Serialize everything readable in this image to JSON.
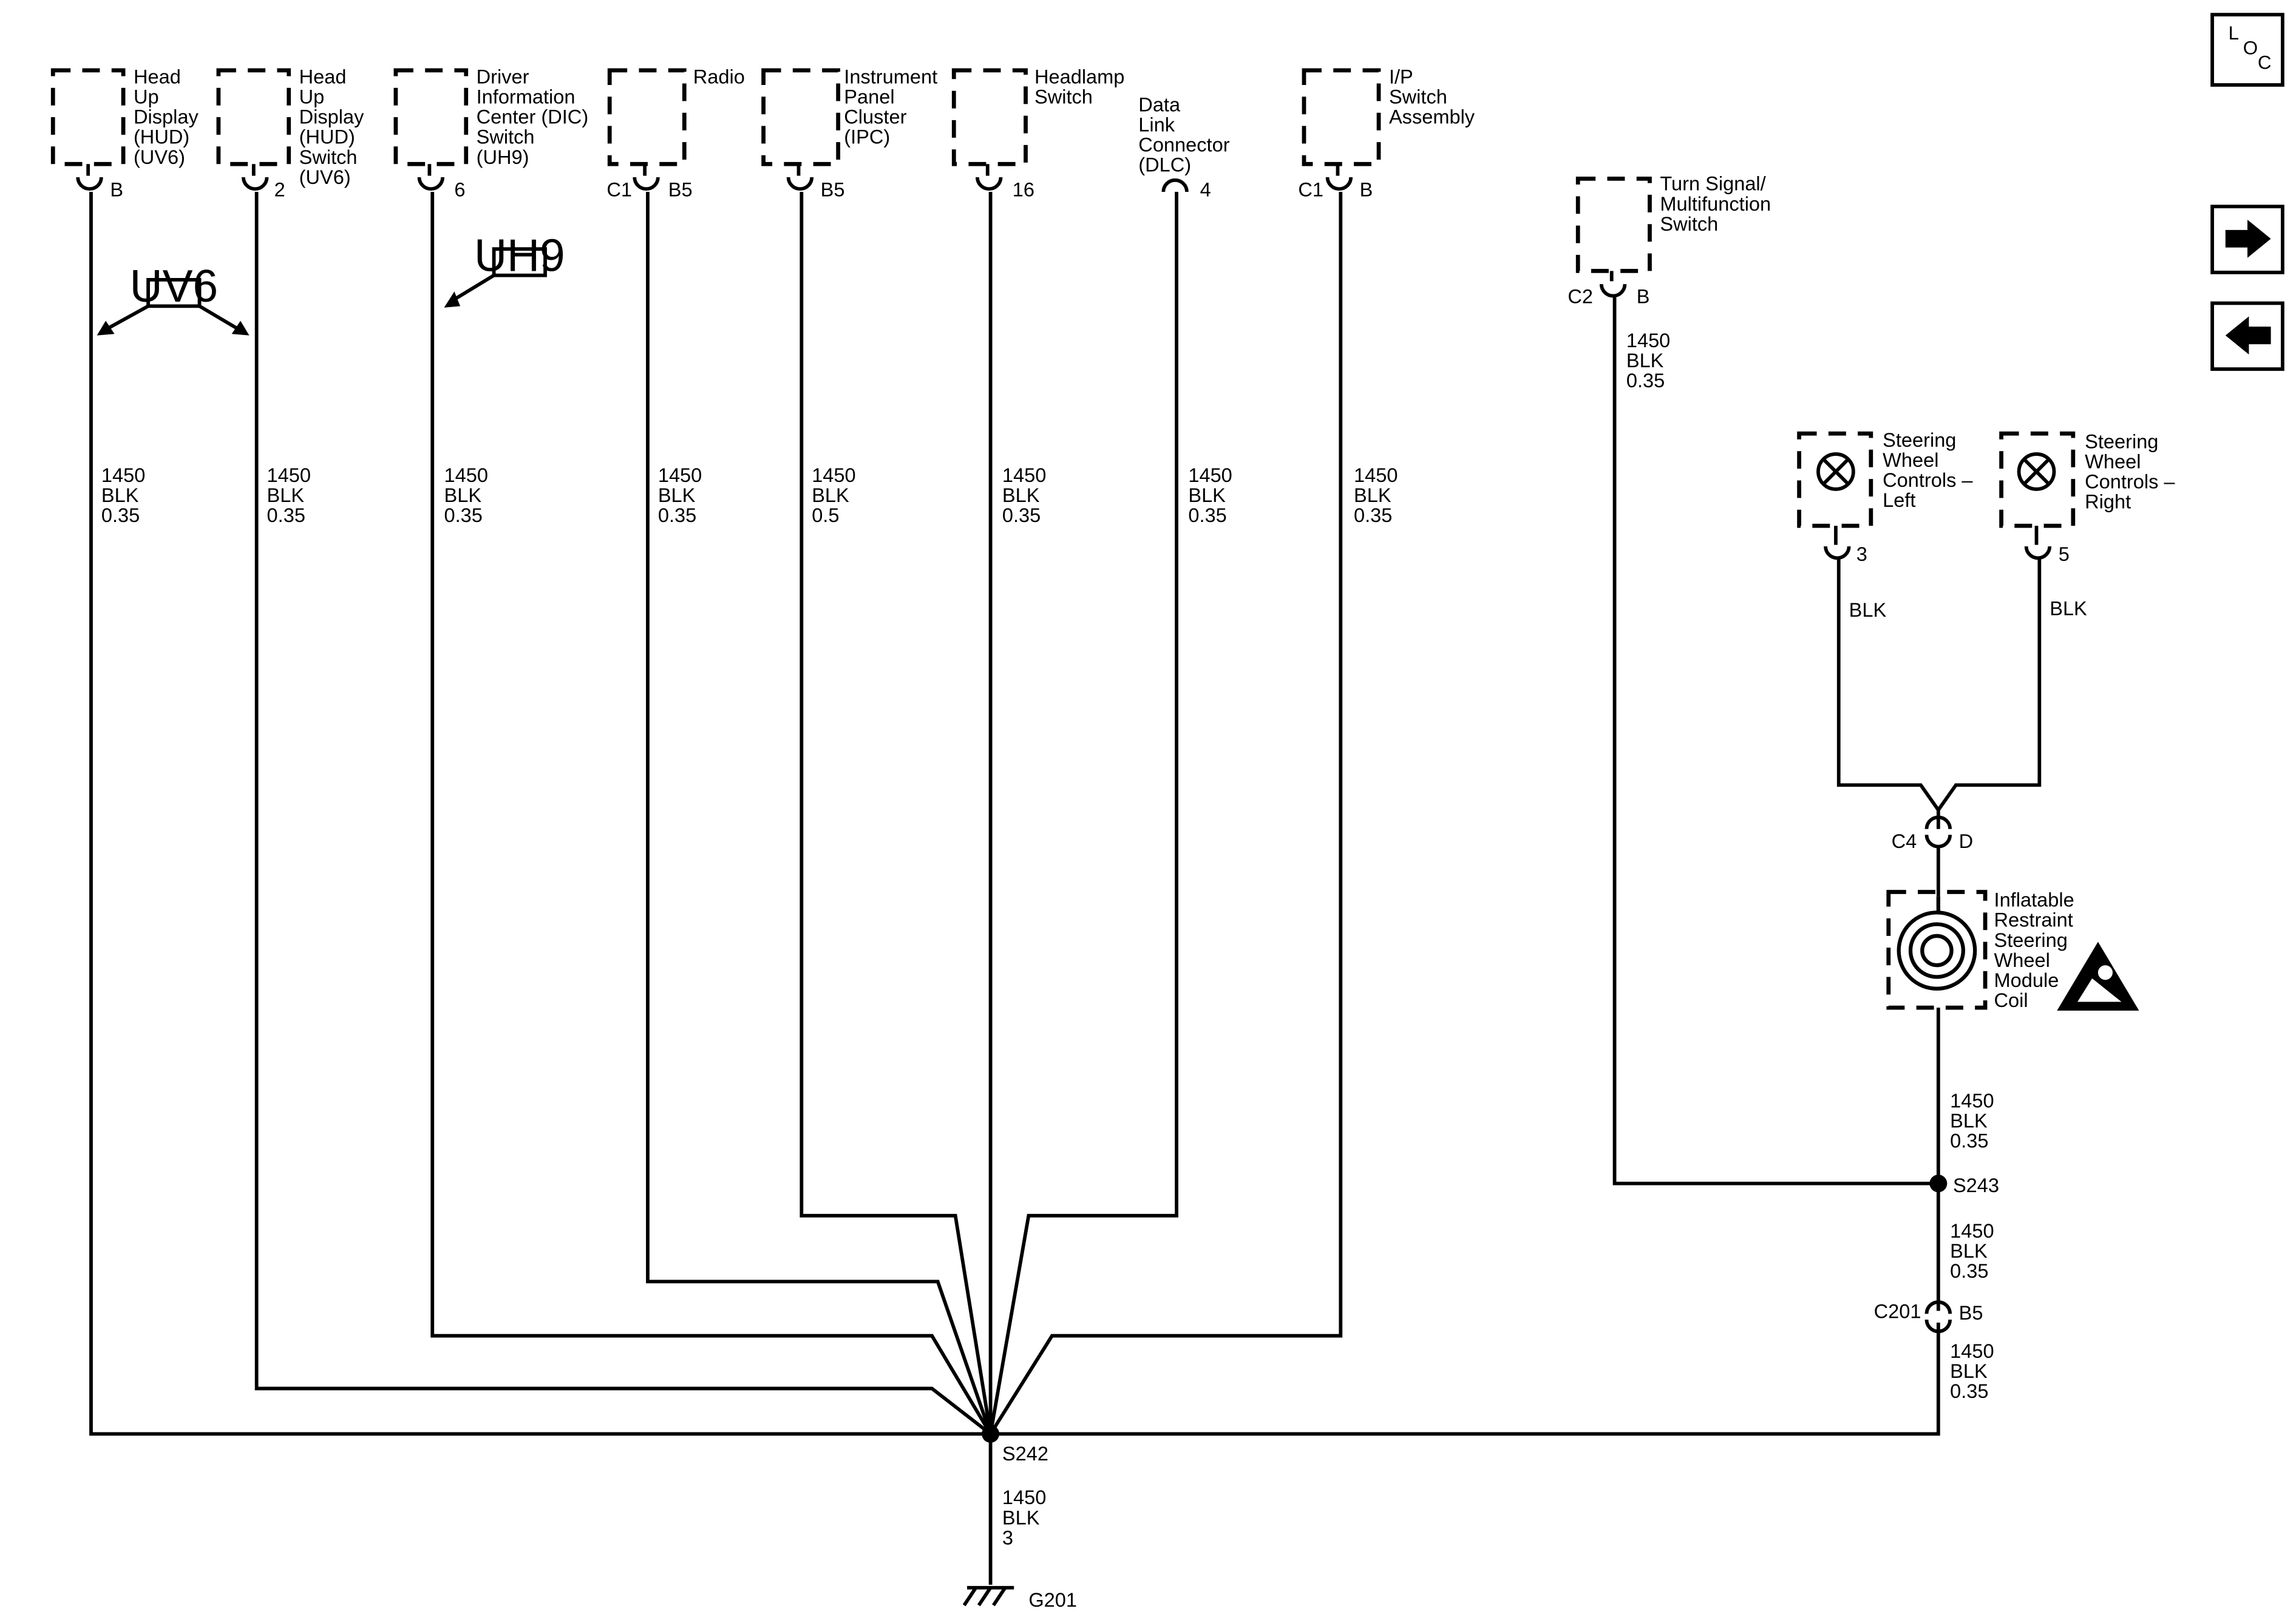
{
  "components": {
    "hud": {
      "lines": [
        "Head",
        "Up",
        "Display",
        "(HUD)",
        "(UV6)"
      ],
      "pin": "B",
      "conn": "",
      "wire": [
        "1450",
        "BLK",
        "0.35"
      ]
    },
    "hud_switch": {
      "lines": [
        "Head",
        "Up",
        "Display",
        "(HUD)",
        "Switch",
        "(UV6)"
      ],
      "pin": "2",
      "conn": "",
      "wire": [
        "1450",
        "BLK",
        "0.35"
      ]
    },
    "dic": {
      "lines": [
        "Driver",
        "Information",
        "Center (DIC)",
        "Switch",
        "(UH9)"
      ],
      "pin": "6",
      "conn": "",
      "wire": [
        "1450",
        "BLK",
        "0.35"
      ]
    },
    "radio": {
      "lines": [
        "Radio"
      ],
      "pin": "B5",
      "conn": "C1",
      "wire": [
        "1450",
        "BLK",
        "0.35"
      ]
    },
    "ipc": {
      "lines": [
        "Instrument",
        "Panel",
        "Cluster",
        "(IPC)"
      ],
      "pin": "B5",
      "conn": "",
      "wire": [
        "1450",
        "BLK",
        "0.5"
      ]
    },
    "headlamp": {
      "lines": [
        "Headlamp",
        "Switch"
      ],
      "pin": "16",
      "conn": "",
      "wire": [
        "1450",
        "BLK",
        "0.35"
      ]
    },
    "dlc": {
      "lines": [
        "Data",
        "Link",
        "Connector",
        "(DLC)"
      ],
      "pin": "4",
      "conn": "",
      "wire": [
        "1450",
        "BLK",
        "0.35"
      ]
    },
    "ip_switch": {
      "lines": [
        "I/P",
        "Switch",
        "Assembly"
      ],
      "pin": "B",
      "conn": "C1",
      "wire": [
        "1450",
        "BLK",
        "0.35"
      ]
    },
    "turn_signal": {
      "lines": [
        "Turn Signal/",
        "Multifunction",
        "Switch"
      ],
      "pin": "B",
      "conn": "C2",
      "wire": [
        "1450",
        "BLK",
        "0.35"
      ]
    },
    "swc_left": {
      "lines": [
        "Steering",
        "Wheel",
        "Controls –",
        "Left"
      ],
      "pin": "3",
      "wire": "BLK"
    },
    "swc_right": {
      "lines": [
        "Steering",
        "Wheel",
        "Controls –",
        "Right"
      ],
      "pin": "5",
      "wire": "BLK"
    },
    "coil": {
      "lines": [
        "Inflatable",
        "Restraint",
        "Steering",
        "Wheel",
        "Module",
        "Coil"
      ],
      "pin": "D",
      "conn": "C4"
    }
  },
  "options": {
    "uv6": "UV6",
    "uh9": "UH9"
  },
  "splices": {
    "s242": {
      "label": "S242",
      "wire": [
        "1450",
        "BLK",
        "3"
      ]
    },
    "s243": {
      "label": "S243",
      "wire_above": [
        "1450",
        "BLK",
        "0.35"
      ],
      "wire_below": [
        "1450",
        "BLK",
        "0.35"
      ]
    }
  },
  "inline": {
    "c201": {
      "conn": "C201",
      "pin": "B5",
      "wire_below": [
        "1450",
        "BLK",
        "0.35"
      ]
    }
  },
  "ground": {
    "label": "G201"
  },
  "nav": {
    "loc_letters": [
      "L",
      "O",
      "C"
    ],
    "next_icon": "arrow-right-icon",
    "prev_icon": "arrow-left-icon"
  }
}
